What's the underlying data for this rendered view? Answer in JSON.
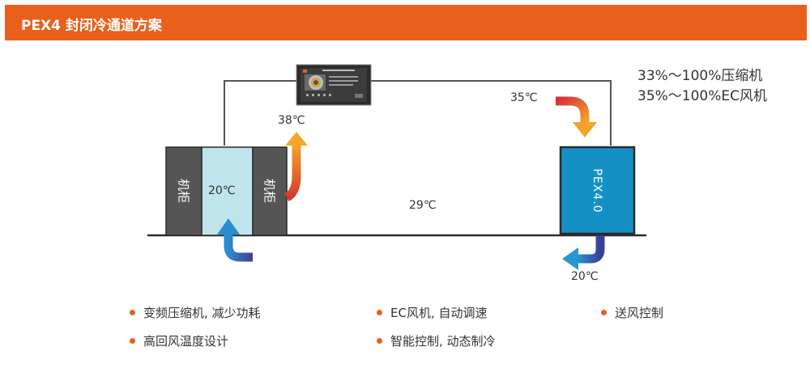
{
  "header": {
    "title": "PEX4 封闭冷通道方案"
  },
  "specs": [
    "33%～100%压缩机",
    "35%～100%EC风机"
  ],
  "diagram": {
    "cabinet_left_label": "机柜",
    "cabinet_right_label": "机柜",
    "aisle_temp": "20℃",
    "exhaust_temp": "38℃",
    "room_temp": "29℃",
    "return_temp": "35℃",
    "supply_temp": "20℃",
    "unit_label": "PEX4.0"
  },
  "features": [
    "变频压缩机, 减少功耗",
    "EC风机, 自动调速",
    "送风控制",
    "高回风温度设计",
    "智能控制, 动态制冷"
  ],
  "colors": {
    "accent": "#e8601c",
    "cabinet": "#555555",
    "aisle": "#bfe4ec",
    "unit": "#1490c4"
  }
}
